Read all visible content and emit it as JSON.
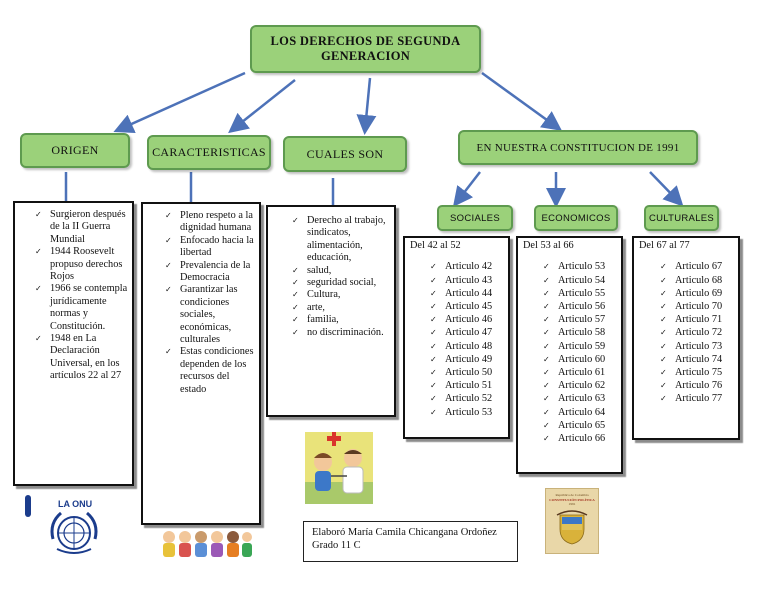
{
  "title": "LOS DERECHOS DE SEGUNDA GENERACION",
  "branches": {
    "origen": "ORIGEN",
    "caracteristicas": "CARACTERISTICAS",
    "cuales": "CUALES SON",
    "constitucion": "EN NUESTRA CONSTITUCION DE 1991"
  },
  "sub": {
    "sociales": "SOCIALES",
    "economicos": "ECONOMICOS",
    "culturales": "CULTURALES"
  },
  "origen_items": [
    "Surgieron después de la II Guerra Mundial",
    "1944 Roosevelt propuso derechos Rojos",
    "1966 se contempla jurídicamente normas y Constitución.",
    "1948 en La Declaración Universal, en los artículos 22 al 27"
  ],
  "caract_items": [
    "Pleno respeto a la dignidad humana",
    "Enfocado hacia la libertad",
    "Prevalencia de la Democracia",
    "Garantizar las condiciones sociales, económicas, culturales",
    "Estas condiciones dependen de los recursos del estado"
  ],
  "cuales_items": [
    "Derecho al trabajo, sindicatos, alimentación, educación,",
    "salud,",
    "seguridad social,",
    "Cultura,",
    "arte,",
    "familia,",
    "no discriminación."
  ],
  "sociales": {
    "range": "Del 42 al 52",
    "items": [
      "Articulo 42",
      "Articulo 43",
      "Articulo 44",
      "Articulo 45",
      "Articulo 46",
      "Articulo 47",
      "Articulo 48",
      "Articulo 49",
      "Articulo 50",
      "Articulo 51",
      "Articulo 52",
      "Articulo 53"
    ]
  },
  "economicos": {
    "range": "Del 53 al 66",
    "items": [
      "Articulo 53",
      "Articulo 54",
      "Articulo 55",
      "Articulo 56",
      "Articulo 57",
      "Articulo 58",
      "Articulo 59",
      "Articulo 60",
      "Articulo 61",
      "Articulo 62",
      "Articulo 63",
      "Articulo 64",
      "Articulo 65",
      "Articulo 66"
    ]
  },
  "culturales": {
    "range": "Del 67 al 77",
    "items": [
      "Articulo 67",
      "Articulo 68",
      "Articulo 69",
      "Articulo 70",
      "Articulo 71",
      "Articulo 72",
      "Articulo 73",
      "Articulo 74",
      "Articulo 75",
      "Articulo 76",
      "Articulo 77"
    ]
  },
  "onu_label": "LA ONU",
  "constitucion_cover": {
    "line1": "República de Colombia",
    "line2": "CONSTITUCIÓN POLÍTICA",
    "line3": "1991"
  },
  "credits": {
    "line1": "Elaboró María Camila Chicangana Ordoñez",
    "line2": "Grado  11 C"
  },
  "colors": {
    "node_fill": "#9bd17a",
    "node_border": "#5e9a4f",
    "connector": "#4d72b8"
  },
  "icons": [
    "un-logo-icon",
    "children-icon",
    "doctor-child-icon",
    "constitution-book-icon"
  ]
}
